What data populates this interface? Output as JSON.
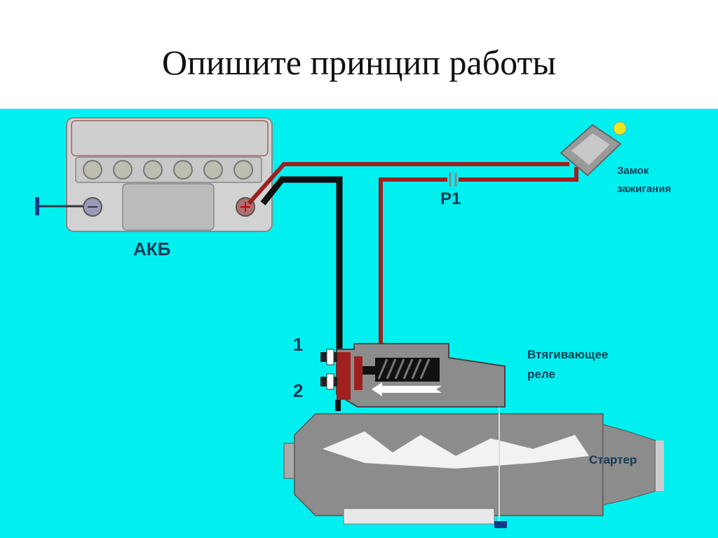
{
  "slide": {
    "title": "Опишите принцип работы"
  },
  "diagram": {
    "battery_label": "АКБ",
    "relay_p1_label": "Р1",
    "ignition_label_line1": "Замок",
    "ignition_label_line2": "зажигания",
    "terminal_1_label": "1",
    "terminal_2_label": "2",
    "solenoid_label_line1": "Втягивающее",
    "solenoid_label_line2": "реле",
    "starter_label": "Стартер"
  },
  "colors": {
    "background": "#00f0f0",
    "wire_red": "#a02020",
    "wire_black": "#111111",
    "body_gray": "#8c8c8c"
  }
}
